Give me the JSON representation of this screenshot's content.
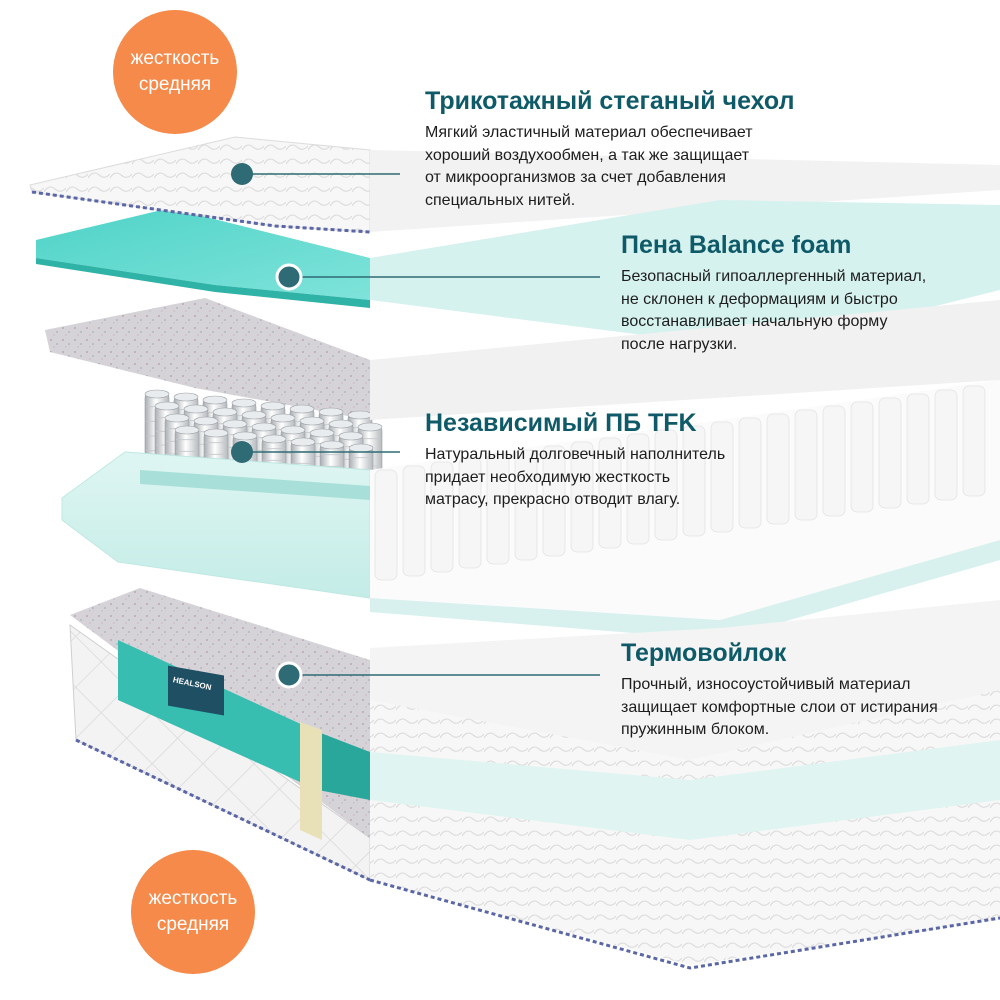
{
  "badges": {
    "top": {
      "line1": "жесткость",
      "line2": "средняя"
    },
    "bottom": {
      "line1": "жесткость",
      "line2": "средняя"
    }
  },
  "layers": [
    {
      "title": "Трикотажный стеганый чехол",
      "description": "Мягкий эластичный материал обеспечивает\nхороший воздухообмен, а так же защищает\nот микроорганизмов за счет добавления\nспециальных нитей."
    },
    {
      "title": "Пена Balance foam",
      "description": "Безопасный гипоаллергенный материал,\nне склонен к деформациям и быстро\nвосстанавливает начальную форму\nпосле нагрузки."
    },
    {
      "title": "Независимый ПБ TFK",
      "description": "Натуральный долговечный наполнитель\nпридает необходимую жесткость\nматрасу, прекрасно отводит влагу."
    },
    {
      "title": "Термовойлок",
      "description": "Прочный, износоустойчивый материал\nзащищает комфортные слои от истирания\nпружинным блоком."
    }
  ],
  "label_tag": "HEALSON",
  "colors": {
    "accent_orange": "#f58a4b",
    "title_teal": "#0f5a68",
    "marker_dot": "#2f6b75",
    "foam_teal": "#52cdc4"
  }
}
